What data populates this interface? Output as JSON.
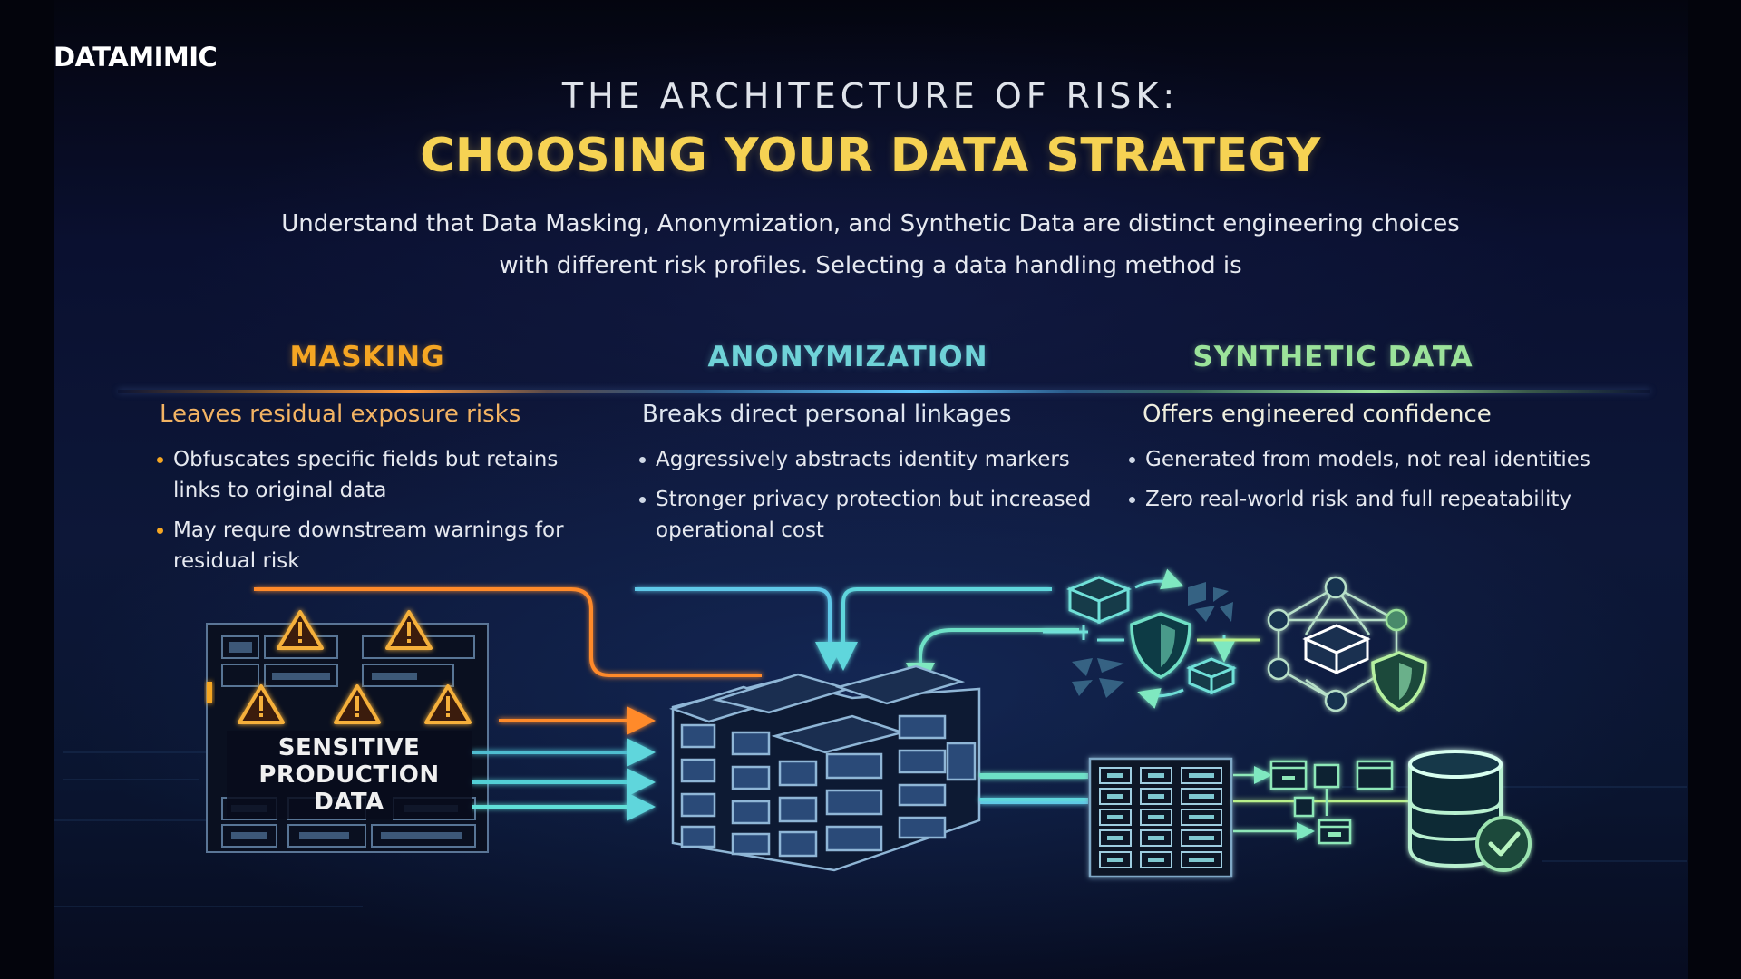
{
  "brand": {
    "logo": "DATAMIMIC"
  },
  "header": {
    "kicker": "THE ARCHITECTURE OF RISK:",
    "title": "CHOOSING YOUR DATA STRATEGY",
    "intro_line1": "Understand that Data Masking, Anonymization, and Synthetic Data are distinct engineering choices",
    "intro_line2": "with different risk profiles. Selecting a data handling method is"
  },
  "colors": {
    "background": "#0b1233",
    "title_yellow": "#f6d253",
    "masking_orange": "#f5a623",
    "anonymization_teal": "#6fd3d8",
    "synthetic_green": "#9be39a"
  },
  "columns": [
    {
      "heading": "MASKING",
      "subheading": "Leaves residual exposure risks",
      "bullets": [
        "Obfuscates specific fields but retains links to original data",
        "May requre downstream warnings for residual risk"
      ]
    },
    {
      "heading": "ANONYMIZATION",
      "subheading": "Breaks direct personal linkages",
      "bullets": [
        "Aggressively abstracts identity markers",
        "Stronger privacy protection but increased operational cost"
      ]
    },
    {
      "heading": "SYNTHETIC DATA",
      "subheading": "Offers engineered confidence",
      "bullets": [
        "Generated from models, not real identities",
        "Zero real-world risk and full repeatability"
      ]
    }
  ],
  "diagram": {
    "source_label_line1": "SENSITIVE",
    "source_label_line2": "PRODUCTION",
    "source_label_line3": "DATA",
    "icons": [
      "warning-icon",
      "server-cluster-icon",
      "cube-icon",
      "shield-icon",
      "network-graph-icon",
      "data-table-icon",
      "flow-chart-icon",
      "database-check-icon"
    ]
  }
}
